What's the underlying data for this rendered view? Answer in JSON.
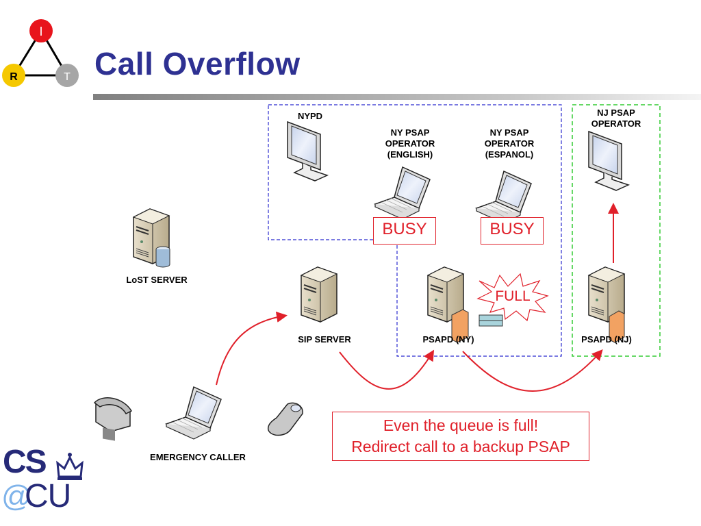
{
  "slide": {
    "title": "Call Overflow",
    "logo_irt": {
      "top_letter": "I",
      "left_letter": "R",
      "right_letter": "T"
    },
    "logo_cu": {
      "line1": "CS",
      "line2_at": "@",
      "line2": "CU"
    }
  },
  "nodes": {
    "nypd": "NYPD",
    "ny_psap_english": "NY PSAP\nOPERATOR\n(ENGLISH)",
    "ny_psap_espanol": "NY PSAP\nOPERATOR\n(ESPANOL)",
    "nj_psap_operator": "NJ PSAP\nOPERATOR",
    "lost_server": "LoST SERVER",
    "sip_server": "SIP SERVER",
    "psapd_ny": "PSAPD (NY)",
    "psapd_nj": "PSAPD (NJ)",
    "emergency_caller": "EMERGENCY CALLER"
  },
  "status": {
    "busy_english": "BUSY",
    "busy_espanol": "BUSY",
    "full": "FULL"
  },
  "note": {
    "line1": "Even the queue is full!",
    "line2": "Redirect call to a backup PSAP"
  },
  "colors": {
    "title": "#2e3192",
    "alert_red": "#e0202a",
    "ny_box": "#2b2bcf",
    "nj_box": "#33cc33"
  }
}
